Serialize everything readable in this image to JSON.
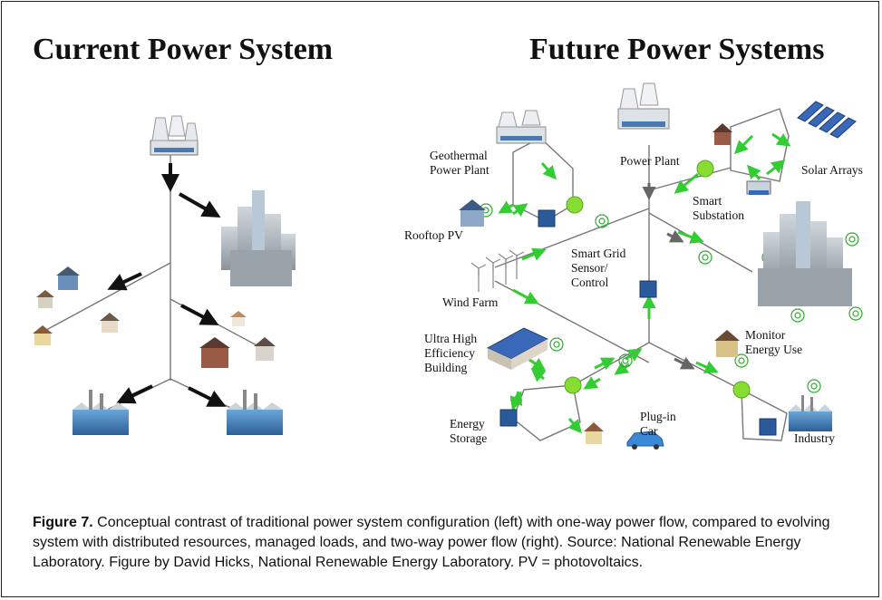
{
  "left_title": "Current Power System",
  "right_title": "Future Power Systems",
  "labels": {
    "geothermal": "Geothermal\nPower Plant",
    "power_plant": "Power Plant",
    "solar_arrays": "Solar Arrays",
    "smart_substation": "Smart\nSubstation",
    "rooftop_pv": "Rooftop PV",
    "smart_grid_sensor": "Smart Grid\nSensor/\nControl",
    "wind_farm": "Wind Farm",
    "ultra_high_efficiency": "Ultra High\nEfficiency\nBuilding",
    "monitor_energy": "Monitor\nEnergy Use",
    "energy_storage": "Energy\nStorage",
    "plug_in_car": "Plug-in\nCar",
    "industry": "Industry"
  },
  "caption": {
    "figure_label": "Figure 7.",
    "text": "Conceptual contrast of traditional power system configuration (left) with one-way power flow, compared to evolving system with distributed resources, managed loads, and two-way power flow (right). Source: National Renewable Energy Laboratory. Figure by David Hicks, National Renewable Energy Laboratory. PV = photovoltaics."
  },
  "colors": {
    "flow_arrow_left": "#111111",
    "flow_arrow_green": "#33cc33",
    "flow_arrow_gray": "#666666",
    "node_green": "#88dd33",
    "storage_blue": "#2a5a9a"
  }
}
